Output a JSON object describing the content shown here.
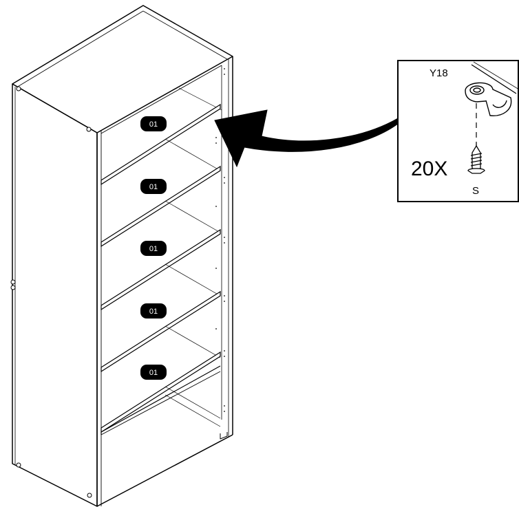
{
  "shelves": [
    {
      "badge": "01"
    },
    {
      "badge": "01"
    },
    {
      "badge": "01"
    },
    {
      "badge": "01"
    },
    {
      "badge": "01"
    }
  ],
  "detail": {
    "bracket_code": "Y18",
    "quantity": "20X",
    "screw_code": "S"
  },
  "colors": {
    "line": "#000000",
    "badge_fill": "#000000",
    "badge_text": "#ffffff",
    "background": "#ffffff"
  }
}
